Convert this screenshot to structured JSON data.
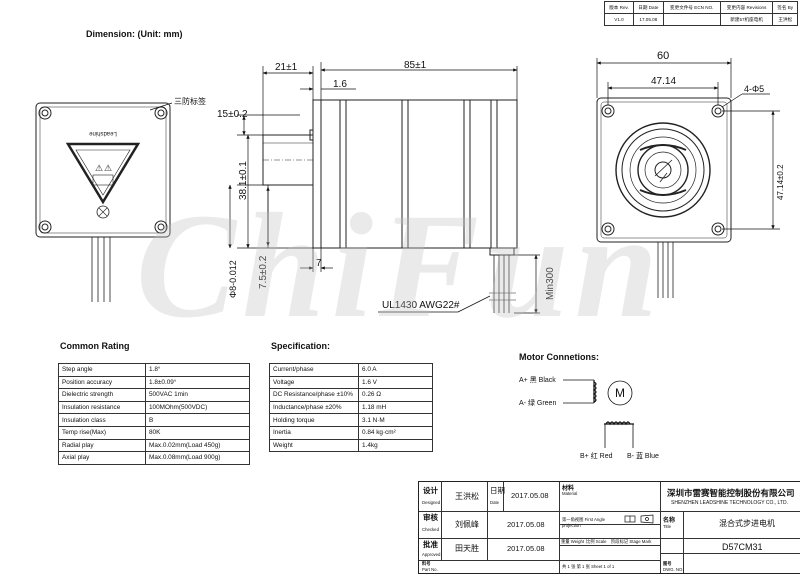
{
  "revision_table": {
    "headers": [
      "版本 Rev.",
      "日期 Date",
      "变更文件号 ECN NO.",
      "变更内容 Revisions",
      "签名 By"
    ],
    "row": [
      "V1.0",
      "17.05.08",
      "",
      "新建57机座电机",
      "王洪松"
    ]
  },
  "dimension_title": "Dimension: (Unit: mm)",
  "watermark": "ChiFun",
  "drawing_labels": {
    "anti_label": "三防标签",
    "dim_21": "21±1",
    "dim_85": "85±1",
    "dim_1_6": "1.6",
    "dim_15": "15±0.2",
    "dim_38": "38.1±0.1",
    "dim_7_5": "7.5±0.2",
    "dim_7": "7",
    "dim_shaft": "Φ8-0.012",
    "dim_min300": "Min300",
    "dim_wire": "UL1430  AWG22#",
    "dim_60": "60",
    "dim_47_14": "47.14",
    "dim_47_14_v": "47.14±0.2",
    "dim_holes": "4-Φ5"
  },
  "common_rating": {
    "title": "Common Rating",
    "rows": [
      [
        "Step angle",
        "1.8°"
      ],
      [
        "Position accuracy",
        "1.8±0.09°"
      ],
      [
        "Dielectric strength",
        "500VAC 1min"
      ],
      [
        "Insulation resistance",
        "100MOhm(500VDC)"
      ],
      [
        "Insulation class",
        "B"
      ],
      [
        "Temp rise(Max)",
        "80K"
      ],
      [
        "Radial play",
        "Max.0.02mm(Load 450g)"
      ],
      [
        "Axial play",
        "Max.0.08mm(Load 900g)"
      ]
    ]
  },
  "specification": {
    "title": "Specification:",
    "rows": [
      [
        "Current/phase",
        "6.0 A"
      ],
      [
        "Voltage",
        "1.6 V"
      ],
      [
        "DC Resistance/phase ±10%",
        "0.26 Ω"
      ],
      [
        "Inductance/phase ±20%",
        "1.18 mH"
      ],
      [
        "Holding torque",
        "3.1 N·M"
      ],
      [
        "Inertia",
        "0.84 kg·cm²"
      ],
      [
        "Weight",
        "1.4kg"
      ]
    ]
  },
  "motor_connections": {
    "title": "Motor Connetions:",
    "a_plus": "A+ 黑 Black",
    "a_minus": "A- 绿 Green",
    "b_plus": "B+ 红 Red",
    "b_minus": "B- 蓝 Blue",
    "motor_symbol": "M"
  },
  "title_block": {
    "designed_cn": "设计",
    "designed_en": "Designed",
    "designer": "王洪松",
    "date_cn": "日期",
    "date_en": "Date",
    "date1": "2017.05.08",
    "material_cn": "材料",
    "material_en": "Material",
    "checked_cn": "审核",
    "checked_en": "Checked",
    "checker": "刘佩峰",
    "date2": "2017.05.08",
    "approved_cn": "批准",
    "approved_en": "Approved",
    "approver": "田天胜",
    "date3": "2017.05.08",
    "part_cn": "料号",
    "part_en": "Part No.",
    "projection": "第一角视图 First Angle projection",
    "weight": "重量 Weight",
    "scale": "比例 Scale",
    "stage": "阶段标记 Stage Mark",
    "sheet": "共 1 张  第 1 张   Sheet 1 of 1",
    "company_cn": "深圳市雷赛智能控制股份有限公司",
    "company_en": "SHENZHEN LEADSHINE TECHNOLOGY CO., LTD.",
    "title_cn": "名称",
    "title_en": "Title",
    "product_title": "混合式步进电机",
    "dwg_cn": "图号",
    "dwg_en": "DWG. NO.",
    "model": "D57CM31"
  }
}
